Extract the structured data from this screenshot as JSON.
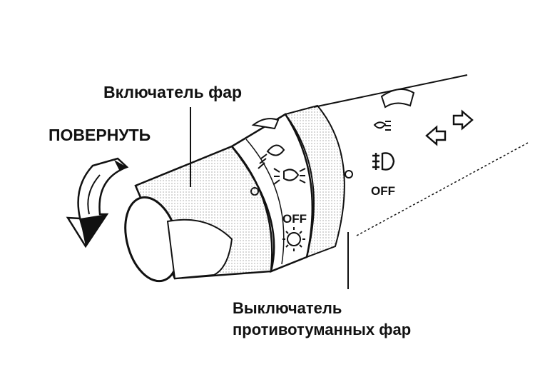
{
  "labels": {
    "headlight_switch": "Включатель фар",
    "rotate": "ПОВЕРНУТЬ",
    "fog_switch_line1": "Выключатель",
    "fog_switch_line2": "противотуманных фар"
  },
  "ring_markings": {
    "off_text": "OFF",
    "indicator_mark": "o"
  },
  "icons": [
    "high-beam-icon",
    "low-beam-icon",
    "parking-light-icon",
    "fog-light-icon",
    "rear-fog-icon",
    "turn-signal-arrows-icon",
    "rotate-arrow-icon"
  ],
  "colors": {
    "ink": "#111111",
    "paper": "#ffffff"
  }
}
